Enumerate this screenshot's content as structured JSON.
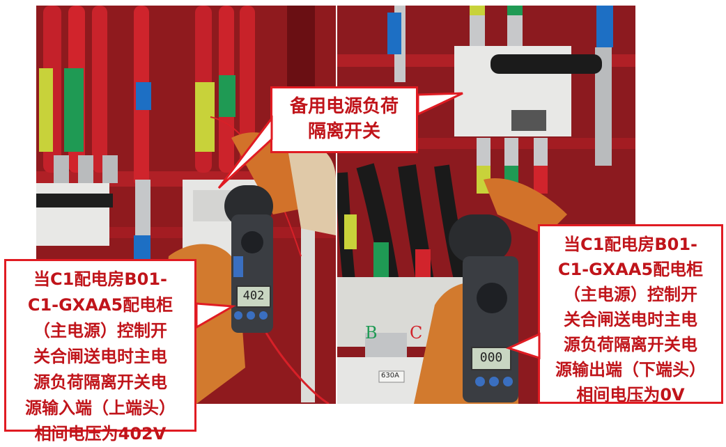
{
  "callouts": {
    "top": "备用电源负荷\n隔离开关",
    "left": "当C1配电房B01-\nC1-GXAA5配电柜\n（主电源）控制开\n关合闸送电时主电\n源负荷隔离开关电\n源输入端（上端头）\n相间电压为402V",
    "right": "当C1配电房B01-\nC1-GXAA5配电柜\n（主电源）控制开\n关合闸送电时主电\n源负荷隔离开关电\n源输出端（下端头）\n相间电压为0V"
  },
  "photo_labels": {
    "meter_left_reading": "402",
    "meter_right_reading": "000",
    "phase_b": "B",
    "phase_c": "C",
    "breaker_rating": "630A"
  },
  "colors": {
    "accent_red": "#e01b22",
    "cabinet_red": "#8f1a1e"
  }
}
